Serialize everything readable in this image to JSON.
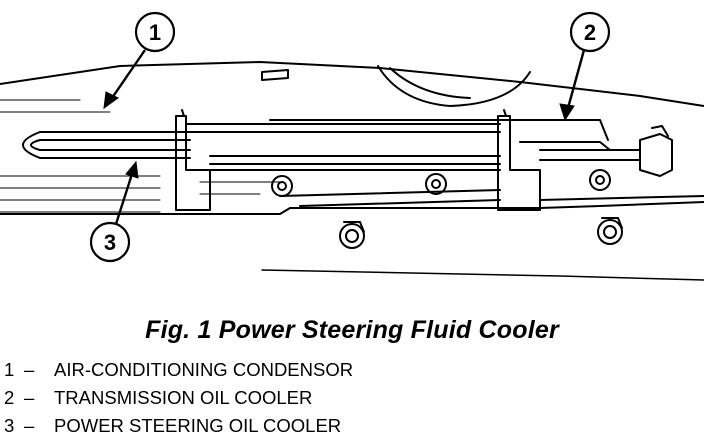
{
  "figure": {
    "caption": "Fig. 1 Power Steering Fluid Cooler",
    "callouts": [
      {
        "number": "1"
      },
      {
        "number": "2"
      },
      {
        "number": "3"
      }
    ]
  },
  "legend": {
    "separator": "–",
    "items": [
      {
        "number": "1",
        "label": "AIR-CONDITIONING CONDENSOR"
      },
      {
        "number": "2",
        "label": "TRANSMISSION OIL COOLER"
      },
      {
        "number": "3",
        "label": "POWER STEERING OIL COOLER"
      }
    ]
  }
}
